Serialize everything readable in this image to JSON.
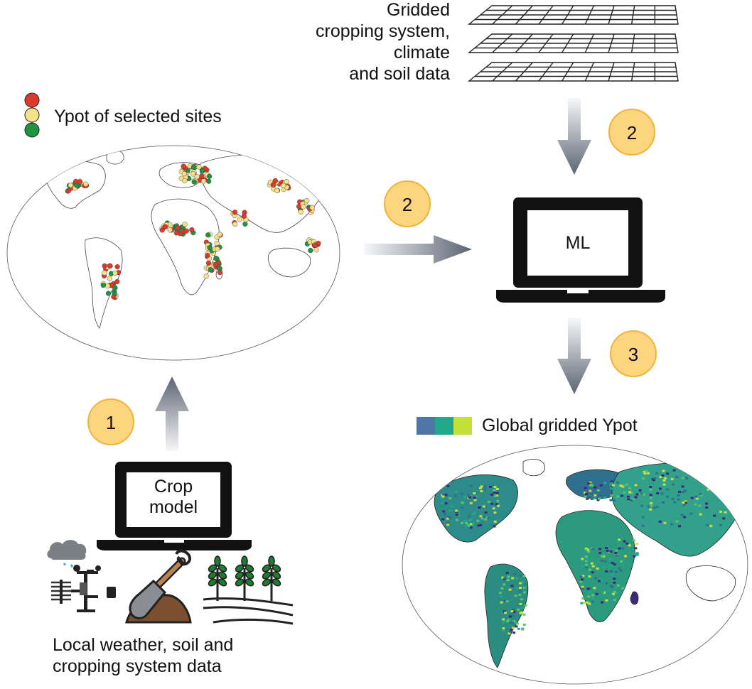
{
  "grid_label": [
    "Gridded",
    "cropping system,",
    "climate",
    "and soil data"
  ],
  "sites_legend": {
    "label": "Ypot of selected sites",
    "colors": [
      "#d93b2e",
      "#f6e08a",
      "#1f9440"
    ]
  },
  "steps": {
    "one": "1",
    "two_a": "2",
    "two_b": "2",
    "three": "3"
  },
  "ml_label": "ML",
  "crop_model_label": [
    "Crop",
    "model"
  ],
  "local_data_label": [
    "Local weather, soil and",
    "cropping system data"
  ],
  "global_legend": {
    "label": "Global gridded Ypot",
    "colors": [
      "#4f77a6",
      "#23a88b",
      "#c3e03b"
    ]
  },
  "icons": [
    "rain-cloud-icon",
    "weather-station-icon",
    "shovel-soil-icon",
    "crop-field-icon",
    "laptop-icon"
  ],
  "colors": {
    "badge_fill": "#fcd57e",
    "badge_stroke": "#f2b33b",
    "arrow": "#5b6474",
    "site_red": "#d93b2e",
    "site_yellow": "#f6e08a",
    "site_green": "#1f9440",
    "ypot_low": "#3b2a7a",
    "ypot_mid": "#23a88b",
    "ypot_high": "#c3e03b"
  }
}
